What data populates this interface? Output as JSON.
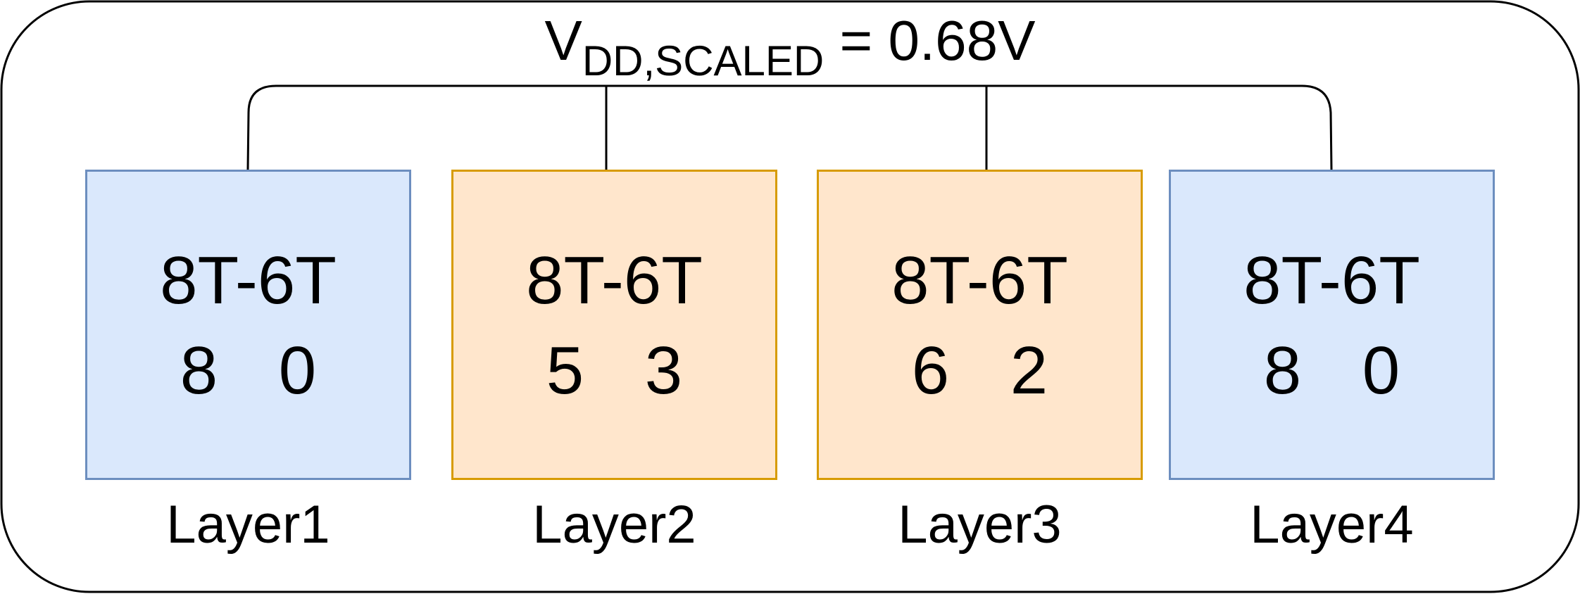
{
  "supply": {
    "label_main": "V",
    "label_sub": "DD,SCALED",
    "label_value": " = 0.68V"
  },
  "cell_type_label": "8T-6T",
  "layers": [
    {
      "name": "Layer1",
      "count_8t": "8",
      "count_6t": "0",
      "fill": "#dae8fc",
      "stroke": "#6c8ebf"
    },
    {
      "name": "Layer2",
      "count_8t": "5",
      "count_6t": "3",
      "fill": "#ffe6cc",
      "stroke": "#d79b00"
    },
    {
      "name": "Layer3",
      "count_8t": "6",
      "count_6t": "2",
      "fill": "#ffe6cc",
      "stroke": "#d79b00"
    },
    {
      "name": "Layer4",
      "count_8t": "8",
      "count_6t": "0",
      "fill": "#dae8fc",
      "stroke": "#6c8ebf"
    }
  ]
}
